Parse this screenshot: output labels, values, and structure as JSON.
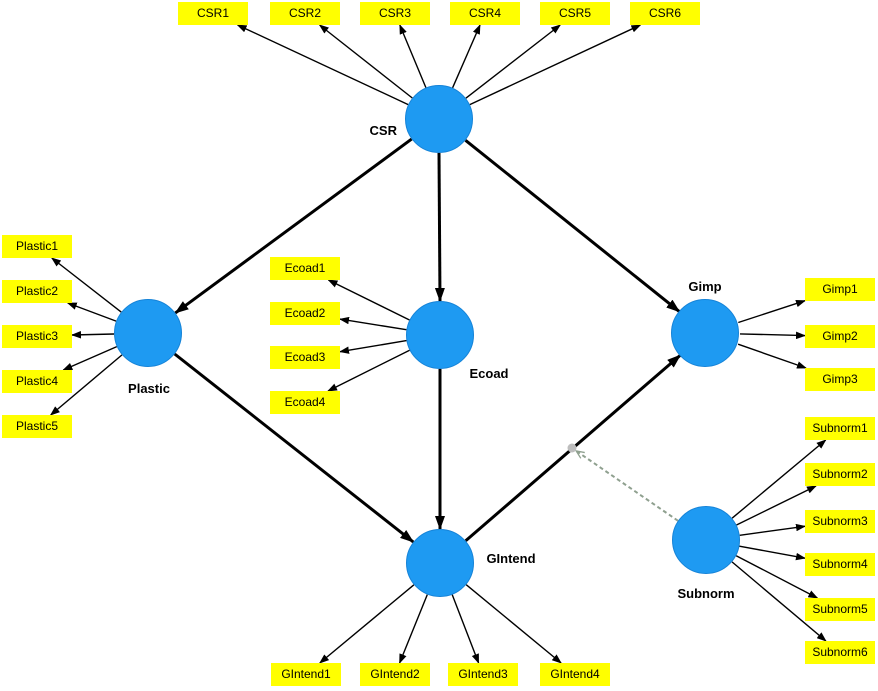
{
  "diagram": {
    "type": "sem-path-model",
    "colors": {
      "construct_fill": "#1e9af2",
      "construct_edge": "#1583d8",
      "indicator_fill": "#ffff00",
      "indicator_text": "#000000",
      "arrow": "#000000",
      "moderation_arrow": "#8fa08f",
      "moderation_dot": "#bdbdbd",
      "background": "#ffffff"
    },
    "constructs": [
      {
        "label": "CSR",
        "indicators": [
          "CSR1",
          "CSR2",
          "CSR3",
          "CSR4",
          "CSR5",
          "CSR6"
        ]
      },
      {
        "label": "Plastic",
        "indicators": [
          "Plastic1",
          "Plastic2",
          "Plastic3",
          "Plastic4",
          "Plastic5"
        ]
      },
      {
        "label": "Ecoad",
        "indicators": [
          "Ecoad1",
          "Ecoad2",
          "Ecoad3",
          "Ecoad4"
        ]
      },
      {
        "label": "Gimp",
        "indicators": [
          "Gimp1",
          "Gimp2",
          "Gimp3"
        ]
      },
      {
        "label": "GIntend",
        "indicators": [
          "GIntend1",
          "GIntend2",
          "GIntend3",
          "GIntend4"
        ]
      },
      {
        "label": "Subnorm",
        "indicators": [
          "Subnorm1",
          "Subnorm2",
          "Subnorm3",
          "Subnorm4",
          "Subnorm5",
          "Subnorm6"
        ]
      }
    ],
    "structural_paths": [
      {
        "from": "CSR",
        "to": "Plastic",
        "style": "solid"
      },
      {
        "from": "CSR",
        "to": "Ecoad",
        "style": "solid"
      },
      {
        "from": "CSR",
        "to": "Gimp",
        "style": "solid"
      },
      {
        "from": "Plastic",
        "to": "GIntend",
        "style": "solid"
      },
      {
        "from": "Ecoad",
        "to": "GIntend",
        "style": "solid"
      },
      {
        "from": "GIntend",
        "to": "Gimp",
        "style": "solid"
      },
      {
        "from": "Subnorm",
        "to": "GIntend->Gimp path",
        "style": "dashed-moderation"
      }
    ]
  }
}
